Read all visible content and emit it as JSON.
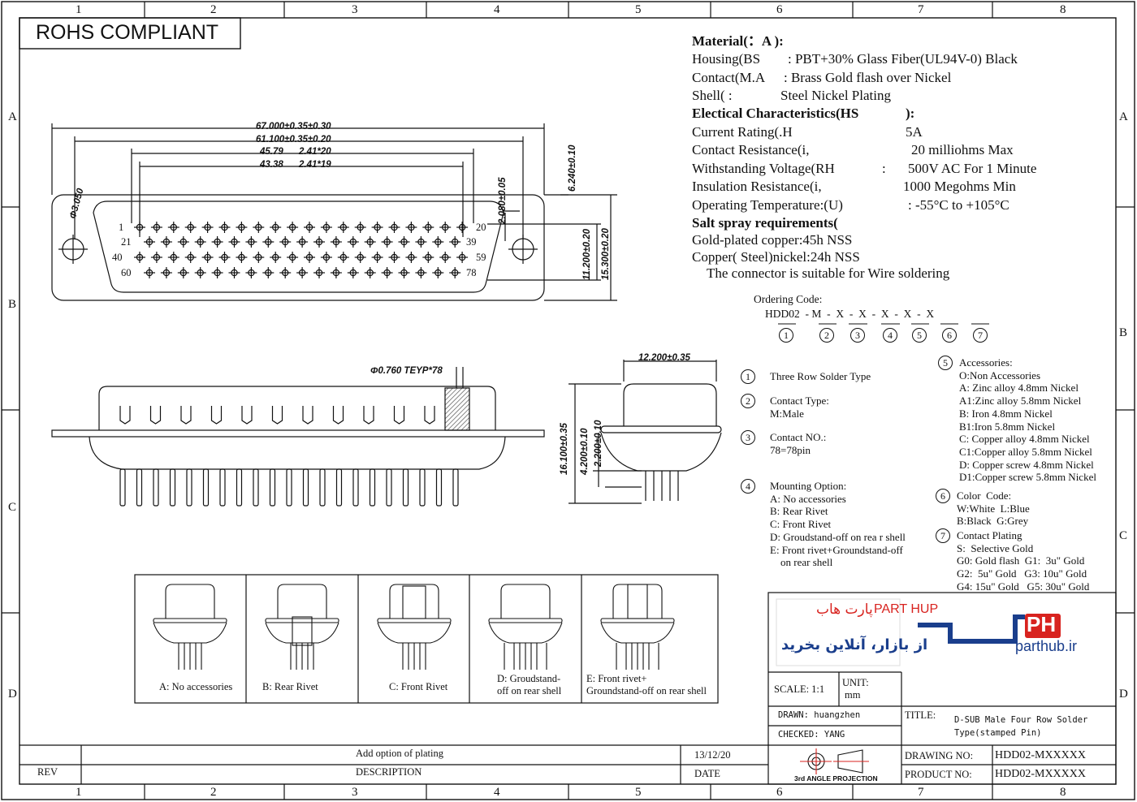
{
  "grid": {
    "columns": [
      "1",
      "2",
      "3",
      "4",
      "5",
      "6",
      "7",
      "8"
    ],
    "rows_left": [
      "A",
      "B",
      "C",
      "D"
    ],
    "rows_right": [
      "A",
      "B",
      "C",
      "D"
    ]
  },
  "rohs": "ROHS COMPLIANT",
  "specs": {
    "material_head": "Material(：A    ):",
    "housing_label": "Housing(BS",
    "housing_value": ":  PBT+30% Glass Fiber(UL94V-0) Black",
    "contact_label": "Contact(M.A",
    "contact_value": ":  Brass  Gold flash over Nickel",
    "shell_label": "Shell(       :",
    "shell_value": "Steel Nickel Plating",
    "elec_head": "Electical Characteristics(HS",
    "elec_tail": "):",
    "current_label": "Current Rating(.H",
    "current_value": "5A",
    "resist_label": "Contact Resistance(i,",
    "resist_value": "20 milliohms Max",
    "volt_label": "Withstanding Voltage(RH",
    "volt_sep": ":",
    "volt_value": "500V AC For 1 Minute",
    "insul_label": "Insulation Resistance(i,",
    "insul_value": "1000    Megohms Min",
    "temp_label": "Operating Temperature:(U)",
    "temp_value": ":  -55°C  to  +105°C",
    "salt_head": "Salt spray requirements(",
    "salt_gold": "Gold-plated copper:45h NSS",
    "salt_steel": "Copper( Steel)nickel:24h NSS",
    "wire_note": "The connector is suitable for Wire soldering"
  },
  "ordering": {
    "title": "Ordering Code:",
    "code": "HDD02  - M  -  X  -  X  -  X  -  X  -  X",
    "nums": [
      "1",
      "2",
      "3",
      "4",
      "5",
      "6",
      "7"
    ]
  },
  "options": [
    {
      "num": "1",
      "lines": [
        "Three Row Solder Type"
      ]
    },
    {
      "num": "2",
      "lines": [
        "Contact Type:",
        "M:Male"
      ]
    },
    {
      "num": "3",
      "lines": [
        "Contact NO.:",
        "78=78pin"
      ]
    },
    {
      "num": "4",
      "lines": [
        "Mounting Option:",
        "A: No accessories",
        "B: Rear Rivet",
        "C: Front Rivet",
        "D: Groudstand-off on rea r shell",
        "E: Front rivet+Groundstand-off",
        "    on rear shell"
      ]
    },
    {
      "num": "5",
      "lines": [
        "Accessories:",
        "O:Non Accessories",
        "A: Zinc alloy 4.8mm Nickel",
        "A1:Zinc alloy 5.8mm Nickel",
        "B: Iron 4.8mm Nickel",
        "B1:Iron 5.8mm Nickel",
        "C: Copper alloy 4.8mm Nickel",
        "C1:Copper alloy 5.8mm Nickel",
        "D: Copper screw 4.8mm Nickel",
        "D1:Copper screw 5.8mm Nickel"
      ]
    },
    {
      "num": "6",
      "lines": [
        "Color  Code:",
        "W:White  L:Blue",
        "B:Black  G:Grey"
      ]
    },
    {
      "num": "7",
      "lines": [
        "Contact Plating",
        "S:  Selective Gold",
        "G0: Gold flash  G1:  3u\" Gold",
        "G2:  5u\" Gold   G3: 10u\" Gold",
        "G4: 15u\" Gold   G5: 30u\" Gold"
      ]
    }
  ],
  "dims": {
    "d1": "67.000±0.35±0.30",
    "d2": "61.100±0.35±0.20",
    "d3a": "45.79",
    "d3b": "2.41*20",
    "d4a": "43.38",
    "d4b": "2.41*19",
    "hole": "Φ3.050",
    "v1": "6.240±0.10",
    "v2": "2.080±0.05",
    "v3": "11.200±0.20",
    "v4": "15.300±0.20",
    "pin_dia": "Φ0.760  TEYP*78",
    "w_side": "12.200±0.35",
    "h1": "16.100±0.35",
    "h2": "4.200±0.10",
    "h3": "2.200±0.10",
    "pins": {
      "r1s": "1",
      "r1e": "20",
      "r2s": "21",
      "r2e": "39",
      "r3s": "40",
      "r3e": "59",
      "r4s": "60",
      "r4e": "78"
    }
  },
  "mount_views": [
    {
      "label": "A: No accessories"
    },
    {
      "label": "B: Rear Rivet"
    },
    {
      "label": "C: Front Rivet"
    },
    {
      "label": "D: Groudstand-\noff on rear shell"
    },
    {
      "label": "E: Front rivet+\nGroundstand-off on rear shell"
    }
  ],
  "logo": {
    "persian_top": "پارت هاب",
    "latin": "PART HUP",
    "persian_bottom": "از بازار، آنلاین بخرید",
    "ph": "PH",
    "url": "parthub.ir"
  },
  "titleblock": {
    "scale": "SCALE: 1:1",
    "unit_label": "UNIT:",
    "unit_value": "mm",
    "drawn": "DRAWN: huangzhen",
    "checked": "CHECKED: YANG",
    "title_label": "TITLE:",
    "title_value_1": "D-SUB Male Four Row Solder",
    "title_value_2": "Type(stamped Pin)",
    "projection": "3rd ANGLE PROJECTION",
    "drawing_no_label": "DRAWING NO:",
    "drawing_no": "HDD02-MXXXXX",
    "product_no_label": "PRODUCT NO:",
    "product_no": "HDD02-MXXXXX"
  },
  "revision": {
    "change": "Add option of plating",
    "date": "13/12/20",
    "rev_label": "REV",
    "desc_label": "DESCRIPTION",
    "date_label": "DATE"
  },
  "colors": {
    "line": "#111111",
    "logo_blue": "#1a3e8c",
    "logo_red": "#d8231f",
    "pin_hatch": "#8a8a8a"
  }
}
